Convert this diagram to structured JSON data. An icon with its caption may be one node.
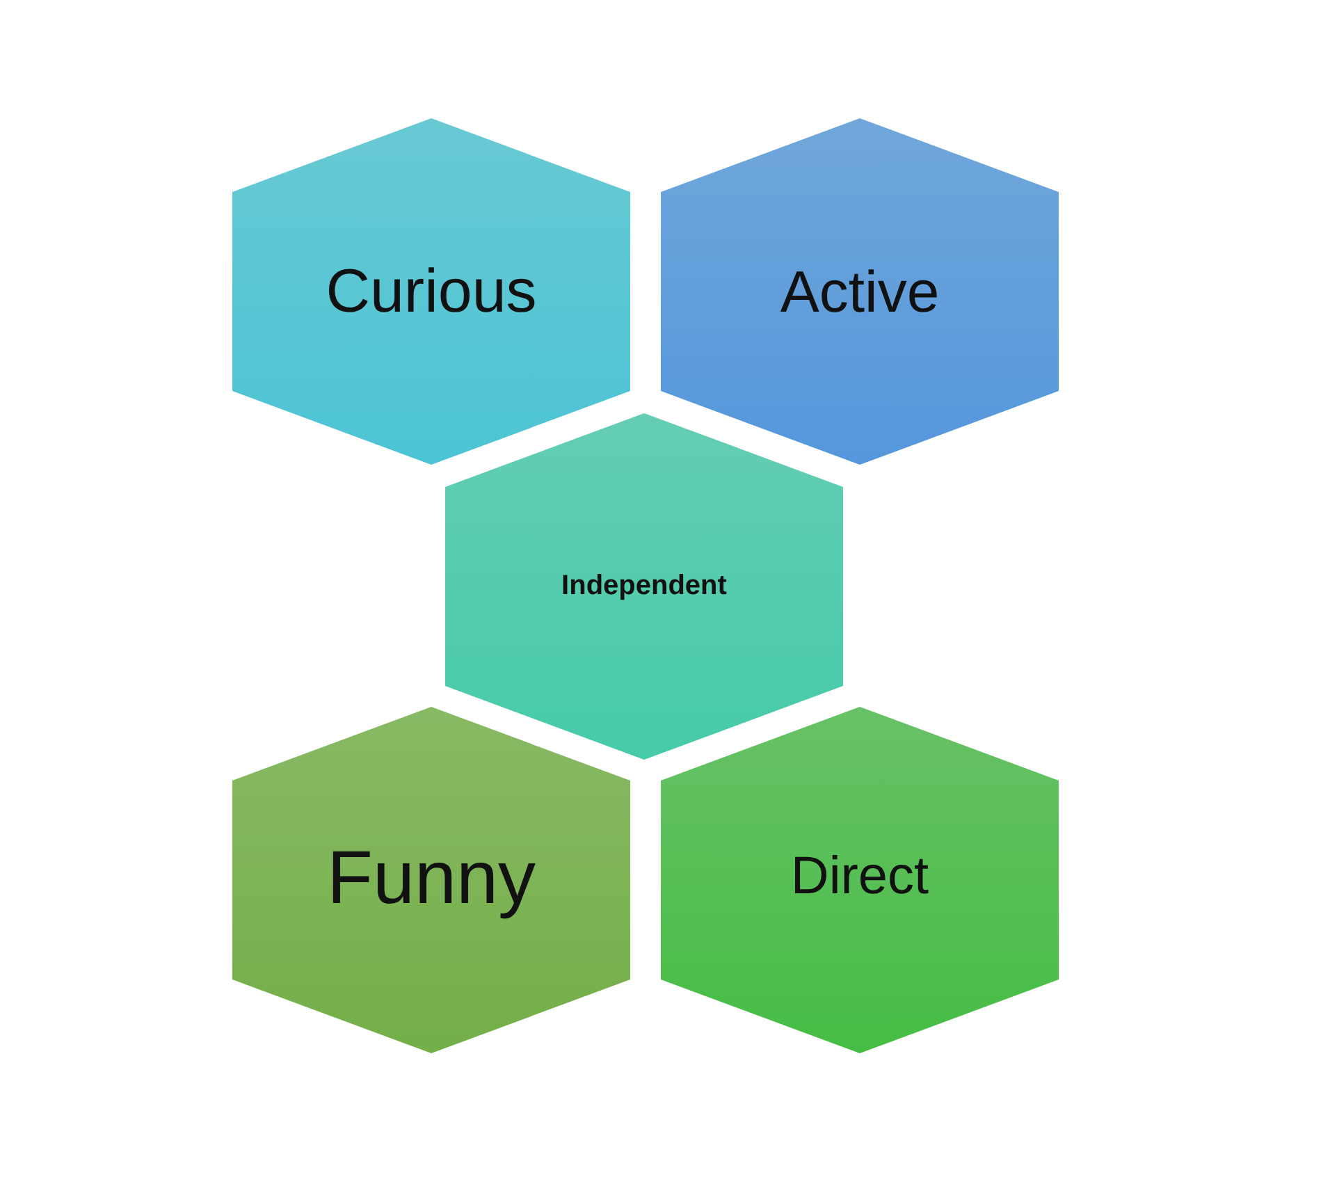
{
  "diagram": {
    "nodes": [
      {
        "text": [
          "Curious"
        ]
      },
      {
        "text": [
          "Active"
        ]
      },
      {
        "text": [
          "Independent"
        ]
      },
      {
        "text": [
          "Funny"
        ]
      },
      {
        "text": [
          "Direct"
        ]
      }
    ]
  }
}
